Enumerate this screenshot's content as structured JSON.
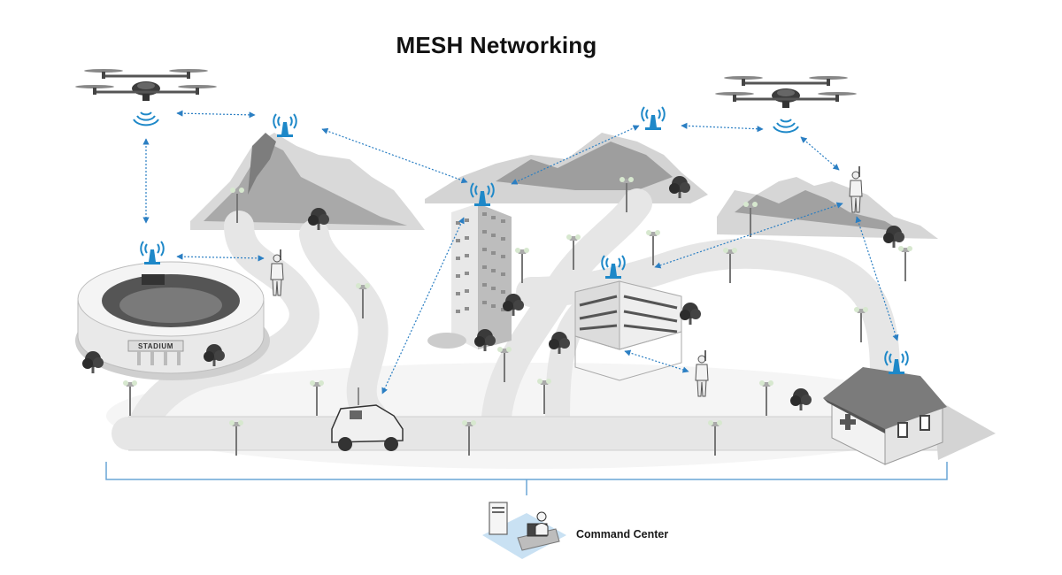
{
  "title": "MESH Networking",
  "stadium_sign": "STADIUM",
  "command_center_label": "Command Center",
  "colors": {
    "signal": "#1e88c8",
    "link": "#2b7fc3",
    "bracket": "#6aa6d6",
    "road": "#e3e3e3",
    "mountain": "#9c9c9c"
  },
  "icons": [
    "drone-icon",
    "antenna-icon",
    "person-icon",
    "stadium-icon",
    "building-icon",
    "vehicle-icon",
    "hospital-icon",
    "command-center-icon",
    "tree-icon",
    "streetlamp-icon"
  ]
}
